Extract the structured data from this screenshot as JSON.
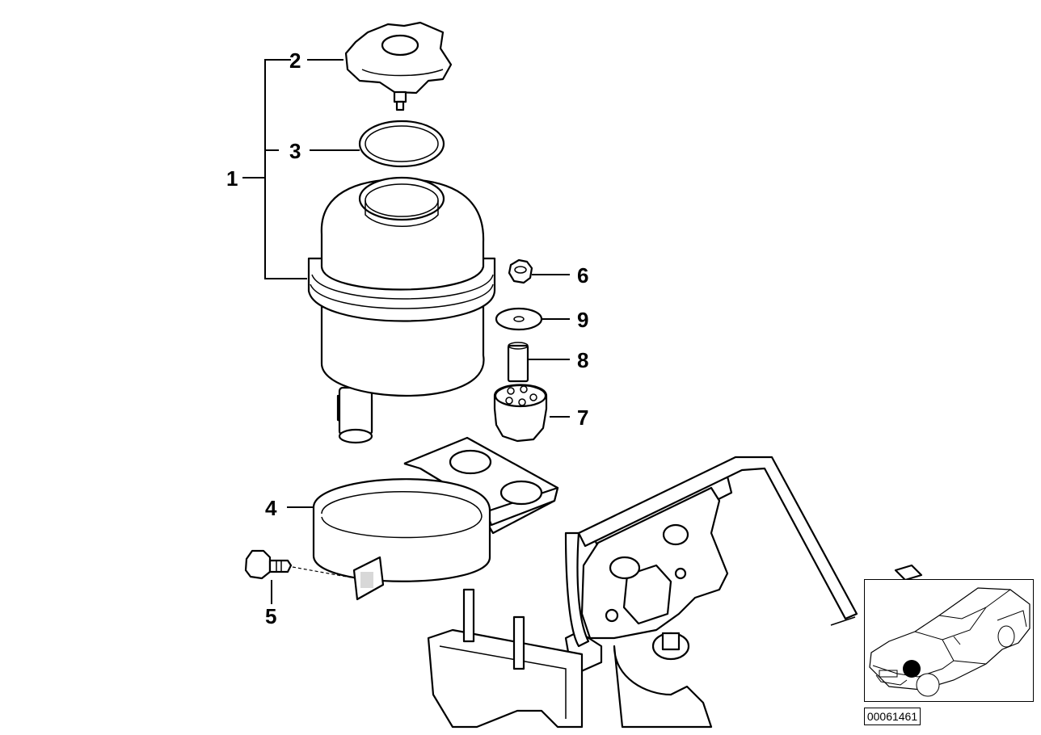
{
  "callouts": {
    "c1": "1",
    "c2": "2",
    "c3": "3",
    "c4": "4",
    "c5": "5",
    "c6": "6",
    "c7": "7",
    "c8": "8",
    "c9": "9"
  },
  "diagram_number": "00061461",
  "inset": {
    "marker_color": "#000000"
  }
}
